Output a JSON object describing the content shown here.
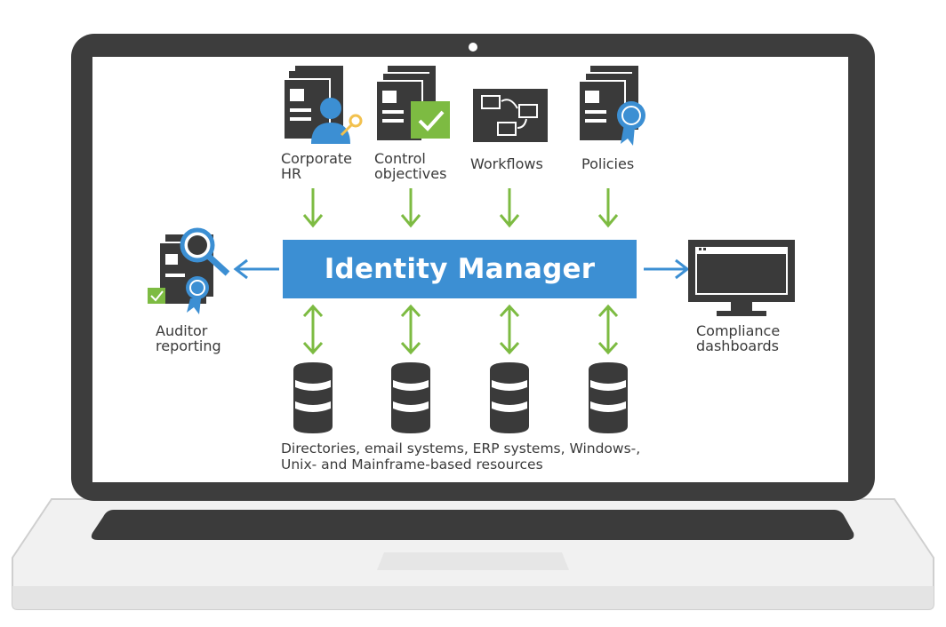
{
  "diagram": {
    "center": {
      "label": "Identity Manager"
    },
    "sources": [
      {
        "label_lines": [
          "Corporate",
          "HR"
        ],
        "icon": "hr-document-key-icon"
      },
      {
        "label_lines": [
          "Control",
          "objectives"
        ],
        "icon": "document-checkmark-icon"
      },
      {
        "label_lines": [
          "Workflows"
        ],
        "icon": "workflow-icon"
      },
      {
        "label_lines": [
          "Policies"
        ],
        "icon": "document-ribbon-icon"
      }
    ],
    "left_output": {
      "label_lines": [
        "Auditor",
        "reporting"
      ],
      "icon": "auditor-magnifier-icon"
    },
    "right_output": {
      "label_lines": [
        "Compliance",
        "dashboards"
      ],
      "icon": "monitor-icon"
    },
    "resources": {
      "icon": "database-icon",
      "count": 4,
      "label_lines": [
        "Directories, email systems, ERP systems, Windows-,",
        "Unix- and Mainframe-based resources"
      ]
    },
    "colors": {
      "banner": "#3c8fd3",
      "green_arrow": "#7dbb42",
      "blue_arrow": "#3c8fd3",
      "icon_dark": "#3a3a3a",
      "laptop_frame": "#3c3c3c"
    }
  }
}
